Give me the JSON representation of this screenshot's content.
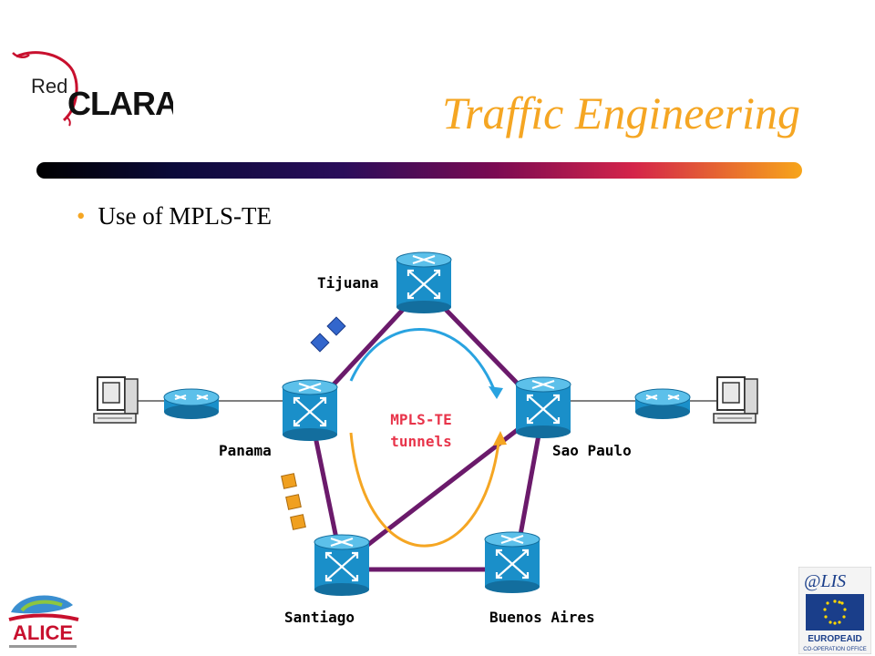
{
  "header": {
    "logo_text": [
      "Red",
      "CLARA"
    ],
    "title": "Traffic Engineering"
  },
  "bullets": [
    "Use of MPLS-TE"
  ],
  "diagram": {
    "routers": [
      "Tijuana",
      "Panama",
      "Sao Paulo",
      "Santiago",
      "Buenos Aires"
    ],
    "tunnel_label": [
      "MPLS-TE",
      "tunnels"
    ]
  },
  "footer": {
    "alice_logo_text": "ALICE",
    "alis_logo_text": "@LIS",
    "europeaid_text": [
      "EUROPEAID",
      "CO-OPERATION OFFICE"
    ]
  },
  "colors": {
    "title": "#f5a623",
    "link": "#6b1a6b",
    "tunnel_blue": "#29a3e0",
    "tunnel_orange": "#f5a623",
    "router_body": "#1a8fc9",
    "packet_blue": "#3366cc",
    "packet_orange": "#f0a020"
  }
}
